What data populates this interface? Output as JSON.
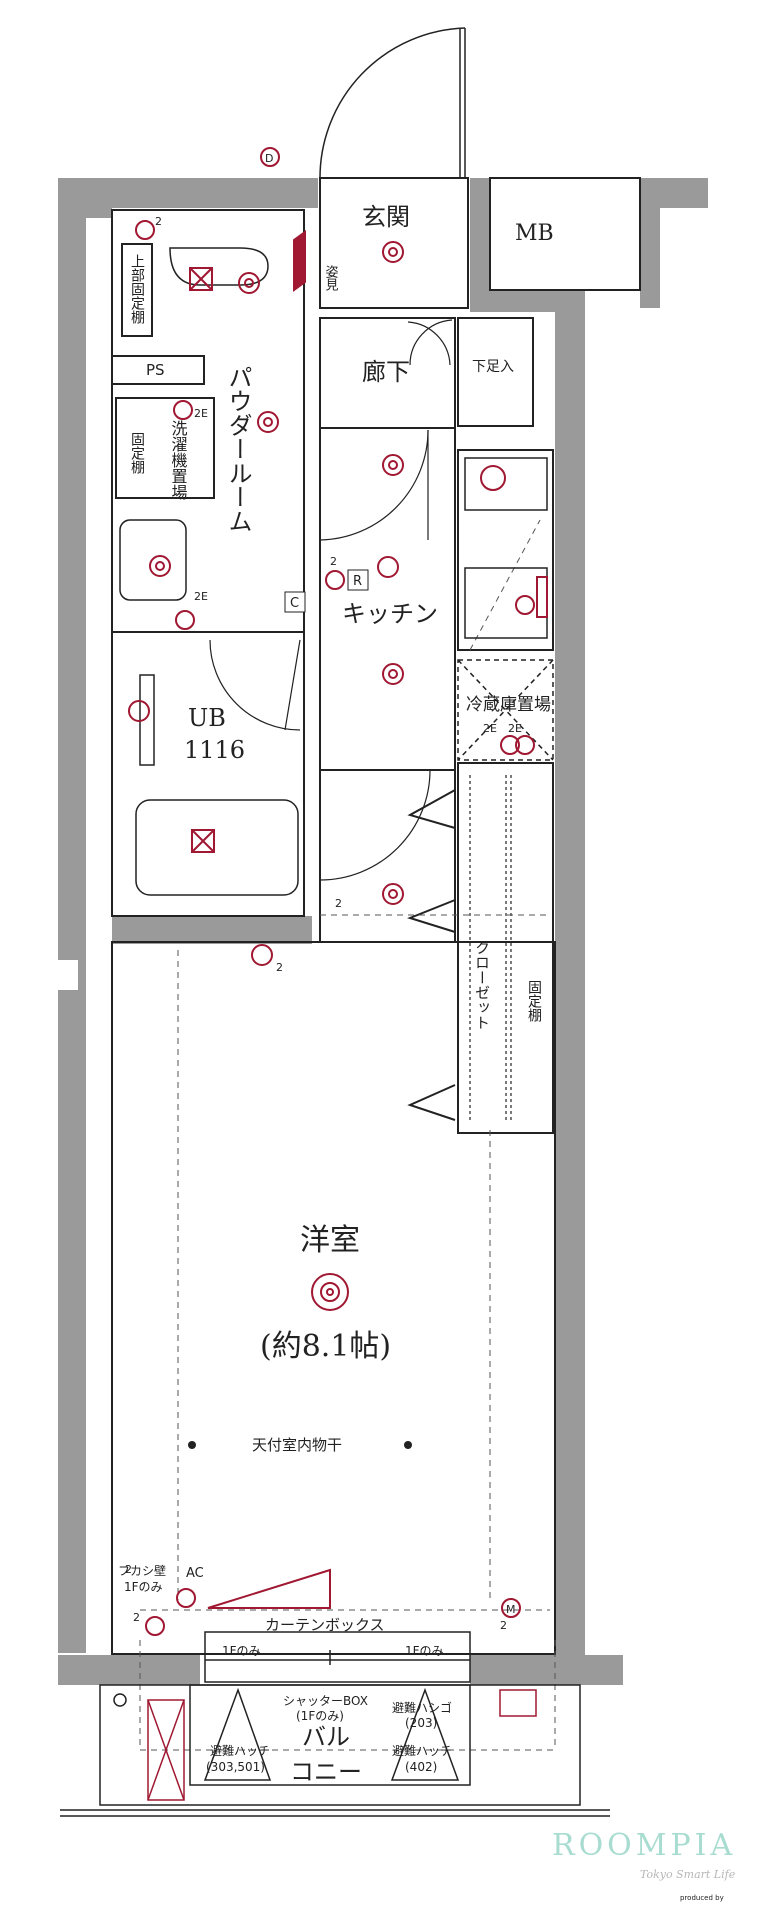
{
  "rooms": {
    "genkan": "玄関",
    "mb": "MB",
    "sugatami": "姿見",
    "roka": "廊下",
    "shitabako": "下足入",
    "ps": "PS",
    "powder_room": "パウダールーム",
    "joubu_koteidana": "上部固定棚",
    "koteidana_left": "固定棚",
    "sentakuki": "洗濯機置場",
    "kitchen": "キッチン",
    "reizouko": "冷蔵庫置場",
    "ub": "UB",
    "ub_size": "1116",
    "closet": "クローゼット",
    "koteidana_right": "固定棚",
    "youshitsu": "洋室",
    "youshitsu_size": "(約8.1帖)",
    "tenzuke": "天付室内物干",
    "fukashikabe": "フカシ壁",
    "fukashikabe_note": "1Fのみ",
    "ac": "AC",
    "curtain_box": "カーテンボックス",
    "first_floor_only_left": "1Fのみ",
    "first_floor_only_right": "1Fのみ",
    "shutter_box": "シャッターBOX",
    "shutter_box_note": "(1Fのみ)",
    "hinan_hashigo": "避難ハシゴ",
    "hinan_hashigo_note": "(203)",
    "balcony_1": "バル",
    "balcony_2": "コニー",
    "hinan_hatch_left": "避難ハッチ",
    "hinan_hatch_left_note": "(303,501)",
    "hinan_hatch_right": "避難ハッチ",
    "hinan_hatch_right_note": "(402)"
  },
  "symbols": {
    "c_box": "C",
    "r_box": "R",
    "d_mark": "D",
    "m_mark": "M",
    "tag_2e_a": "2E",
    "tag_2e_b": "2E",
    "tag_2e_c": "2E",
    "tag_2e_d": "2E",
    "tag_2_a": "2",
    "tag_2_b": "2",
    "tag_2_c": "2",
    "tag_2_d": "2",
    "tag_2_e": "2",
    "tag_2_f": "2",
    "tag_2_g": "2"
  },
  "brand": {
    "name": "ROOMPIA",
    "tagline": "Tokyo Smart Life",
    "credit": "produced by"
  },
  "colors": {
    "wall": "#9a9a9a",
    "line": "#222222",
    "symbol": "#a01832",
    "brand": "#a9dcd0"
  }
}
